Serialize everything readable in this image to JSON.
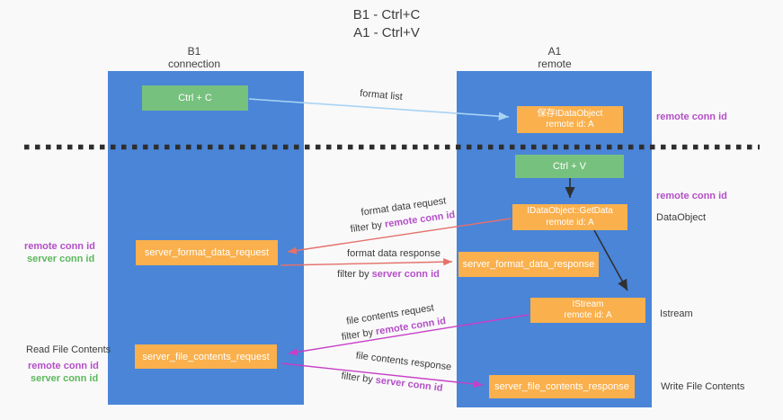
{
  "title": {
    "line1": "B1 - Ctrl+C",
    "line2": "A1 - Ctrl+V"
  },
  "lanes": {
    "left": {
      "name": "B1",
      "role": "connection"
    },
    "right": {
      "name": "A1",
      "role": "remote"
    }
  },
  "nodes": {
    "ctrl_c": {
      "label": "Ctrl + C"
    },
    "ctrl_v": {
      "label": "Ctrl + V"
    },
    "save_idataobject": {
      "line1": "保存IDataObject",
      "line2": "remote id: A"
    },
    "idataobject_getdata": {
      "line1": "IDataObject::GetData",
      "line2": "remote id: A"
    },
    "istream": {
      "line1": "IStream",
      "line2": "remote id: A"
    },
    "server_format_data_request": {
      "label": "server_format_data_request"
    },
    "server_format_data_response": {
      "label": "server_format_data_response"
    },
    "server_file_contents_request": {
      "label": "server_file_contents_request"
    },
    "server_file_contents_response": {
      "label": "server_file_contents_response"
    }
  },
  "edge_labels": {
    "format_list": "format list",
    "format_data_request": "format data request",
    "format_data_response": "format data response",
    "file_contents_request": "file contents request",
    "file_contents_response": "file contents response",
    "filter_by_prefix": "filter by ",
    "remote_conn_id": "remote conn id",
    "server_conn_id": "server conn id"
  },
  "side_labels": {
    "remote_conn_id": "remote conn id",
    "server_conn_id": "server conn id",
    "dataobject": "DataObject",
    "istream": "Istream",
    "read_file_contents": "Read File Contents",
    "write_file_contents": "Write File Contents"
  },
  "colors": {
    "lane_blue": "#4a85d8",
    "node_green": "#77c17e",
    "node_orange": "#f9b04d",
    "accent_purple": "#b44fc8",
    "accent_green": "#5cb85c",
    "arrow_red": "#e4716c",
    "arrow_magenta": "#c73fc7",
    "arrow_lightblue": "#a8d3f3",
    "arrow_black": "#303030"
  }
}
